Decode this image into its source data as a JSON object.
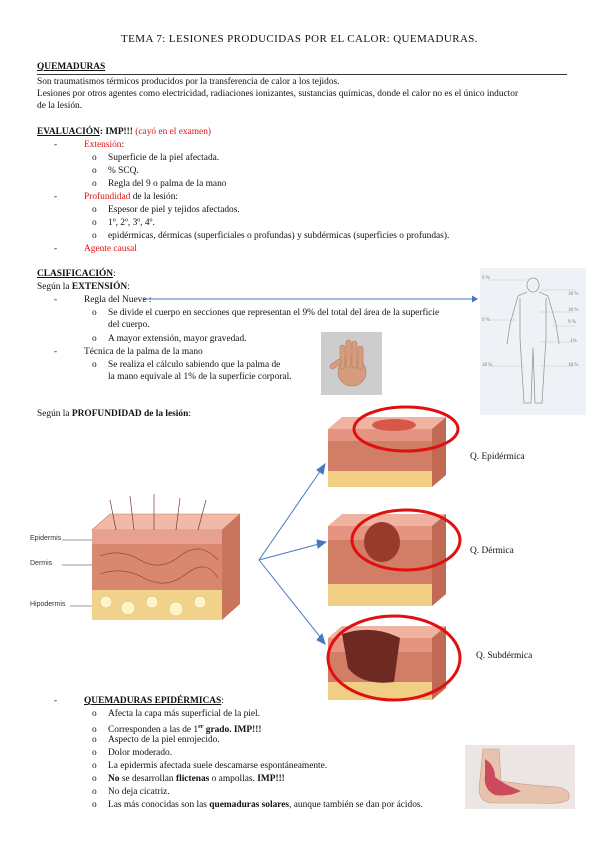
{
  "title": "TEMA 7: LESIONES PRODUCIDAS POR EL CALOR: QUEMADURAS.",
  "quemaduras": {
    "heading": "QUEMADURAS",
    "lines": [
      "Son traumatismos térmicos producidos por la transferencia de calor a los tejidos.",
      "Lesiones por otros agentes como electricidad, radiaciones ionizantes, sustancias químicas, donde el calor no es el único inductor",
      "de la lesión."
    ]
  },
  "evaluacion": {
    "heading": "EVALUACIÓN",
    "imp": ": IMP!!!",
    "note": " (cayó en el examen)",
    "extension": {
      "label": "Extensión",
      "tail": ":"
    },
    "extension_items": [
      "Superficie de la piel afectada.",
      "% SCQ.",
      "Regla del 9 o palma de la mano"
    ],
    "profundidad": {
      "label": "Profundidad",
      "tail": " de la lesión:"
    },
    "profundidad_items": [
      "Espesor de piel y tejidos afectados.",
      "1º, 2º, 3º, 4º.",
      "epidérmicas, dérmicas (superficiales o profundas) y subdérmicas (superficies o profundas)."
    ],
    "agente": "Agente causal"
  },
  "clasificacion": {
    "heading": "CLASIFICACIÓN",
    "heading_tail": ":",
    "segun_ext_pre": "Según la ",
    "segun_ext_b": "EXTENSIÓN",
    "segun_ext_post": ":",
    "regla_nueve": "Regla del Nueve :",
    "regla_items": [
      "Se divide el cuerpo en secciones que representan el 9% del total del área de la superficie",
      "del cuerpo."
    ],
    "regla_item2": "A mayor extensión, mayor gravedad.",
    "palma": "Técnica de la palma de la mano",
    "palma_items": [
      "Se realiza el cálculo sabiendo que la palma de",
      "la mano equivale al 1% de la superficie corporal."
    ],
    "segun_prof_pre": "Según la ",
    "segun_prof_b": "PROFUNDIDAD de la lesión",
    "segun_prof_post": ":"
  },
  "body_figure": {
    "labels": [
      "9 %",
      "18 %",
      "18 %",
      "9 %",
      "9 %",
      "1%",
      "18 %",
      "18 %"
    ]
  },
  "skin_diagram": {
    "labels": [
      "Epidermis",
      "Dermis",
      "Hipodermis"
    ]
  },
  "burn_types": [
    "Q. Epidérmica",
    "Q. Dérmica",
    "Q. Subdérmica"
  ],
  "epidermicas": {
    "heading": "QUEMADURAS EPIDÉRMICAS",
    "heading_tail": ":",
    "items": [
      {
        "pre": "Afecta la capa más superficial de la piel.",
        "b": "",
        "post": ""
      },
      {
        "pre": "Corresponden a las de 1",
        "sup": "er",
        "b": " grado. IMP!!!",
        "post": ""
      },
      {
        "pre": "Aspecto de la piel enrojecido.",
        "b": "",
        "post": ""
      },
      {
        "pre": "Dolor moderado.",
        "b": "",
        "post": ""
      },
      {
        "pre": "La epidermis afectada suele descamarse espontáneamente.",
        "b": "",
        "post": ""
      },
      {
        "pre": "",
        "b": "No",
        "post": " se desarrollan ",
        "b2": "flictenas",
        "post2": " o ampollas. ",
        "b3": "IMP!!!"
      },
      {
        "pre": "No deja cicatriz.",
        "b": "",
        "post": ""
      },
      {
        "pre": "Las más conocidas son las ",
        "b": "quemaduras solares",
        "post": ", aunque también se dan por ácidos."
      }
    ]
  },
  "bullets": {
    "dash": "-",
    "circle": "o"
  },
  "colors": {
    "red": "#dd1111",
    "arrow": "#4a78c0",
    "ring": "#e01010",
    "skin": "#e8a98f",
    "body_bg": "#eef1f6"
  }
}
